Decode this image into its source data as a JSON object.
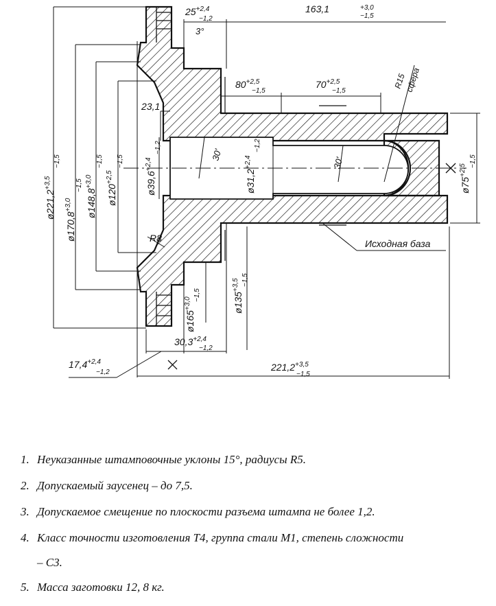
{
  "drawing": {
    "title": "Forging blank drawing (shaft with flange)",
    "hatch_color": "#111111",
    "line_color": "#111111",
    "dimensions": {
      "top_25": {
        "value": "25",
        "tol_plus": "+2,4",
        "tol_minus": "−1,2"
      },
      "top_163": {
        "value": "163,1",
        "tol_plus": "+3,0",
        "tol_minus": "−1,5"
      },
      "angle_3": {
        "value": "3°"
      },
      "len_80": {
        "value": "80",
        "tol_plus": "+2,5",
        "tol_minus": "−1,5"
      },
      "len_70": {
        "value": "70",
        "tol_plus": "+2,5",
        "tol_minus": "−1,5"
      },
      "r15": {
        "value": "R15",
        "note": "сфера"
      },
      "dim_23": {
        "value": "23,1"
      },
      "d221": {
        "value": "ø221,2",
        "tol_plus": "+3,5",
        "tol_minus": "−1,5"
      },
      "d170": {
        "value": "ø170,8",
        "tol_plus": "+3,0",
        "tol_minus": "−1,5"
      },
      "d148": {
        "value": "ø148,8",
        "tol_plus": "+3,0",
        "tol_minus": "−1,5"
      },
      "d120": {
        "value": "ø120",
        "tol_plus": "+2,5",
        "tol_minus": "−1,5"
      },
      "d39": {
        "value": "ø39,6",
        "tol_plus": "+2,4",
        "tol_minus": "−1,2"
      },
      "d31": {
        "value": "ø31,2",
        "tol_plus": "+2,4",
        "tol_minus": "−1,2"
      },
      "angle_30a": {
        "value": "30'"
      },
      "angle_30b": {
        "value": "30'"
      },
      "d75": {
        "value": "ø75",
        "tol_plus": "+2,5",
        "tol_minus": "−1,5"
      },
      "r8": {
        "value": "R8"
      },
      "d165": {
        "value": "ø165",
        "tol_plus": "+3,0",
        "tol_minus": "−1,5"
      },
      "d135": {
        "value": "ø135",
        "tol_plus": "+3,5",
        "tol_minus": "−1,5"
      },
      "len_30": {
        "value": "30,3",
        "tol_plus": "+2,4",
        "tol_minus": "−1,2"
      },
      "len_17": {
        "value": "17,4",
        "tol_plus": "+2,4",
        "tol_minus": "−1,2"
      },
      "len_221": {
        "value": "221,2",
        "tol_plus": "+3,5",
        "tol_minus": "−1,5"
      }
    },
    "base_label": "Исходная база"
  },
  "notes": [
    {
      "num": "1.",
      "text": "Неуказанные штамповочные уклоны 15°, радиусы R5."
    },
    {
      "num": "2.",
      "text": "Допускаемый заусенец – до 7,5."
    },
    {
      "num": "3.",
      "text": "Допускаемое смещение по плоскости разъема штампа не более 1,2."
    },
    {
      "num": "4.",
      "text": "Класс точности изготовления Т4, группа стали М1, степень сложности"
    },
    {
      "num": "",
      "text": "– С3."
    },
    {
      "num": "5.",
      "text": "Масса заготовки 12, 8 кг."
    }
  ]
}
